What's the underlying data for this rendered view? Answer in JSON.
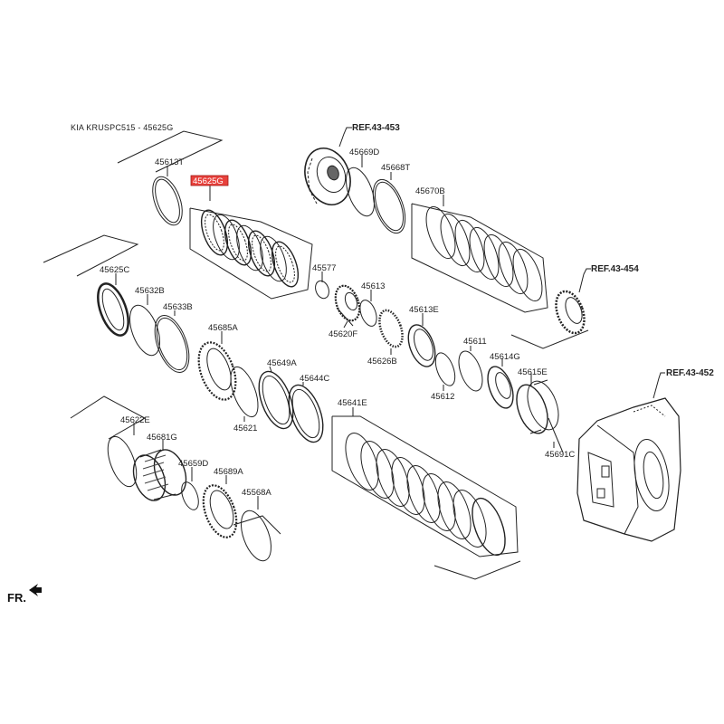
{
  "header": {
    "caption": "KIA KRUSPC515 - 45625G"
  },
  "theme": {
    "highlight_color": "#e8413c",
    "line_color": "#222222"
  },
  "refs": {
    "r453": "REF.43-453",
    "r454": "REF.43-454",
    "r452": "REF.43-452"
  },
  "parts": {
    "p45613T": "45613T",
    "p45625G": "45625G",
    "p45669D": "45669D",
    "p45668T": "45668T",
    "p45670B": "45670B",
    "p45625C": "45625C",
    "p45632B": "45632B",
    "p45633B": "45633B",
    "p45577": "45577",
    "p45613": "45613",
    "p45620F": "45620F",
    "p45613E": "45613E",
    "p45626B": "45626B",
    "p45685A": "45685A",
    "p45649A": "45649A",
    "p45644C": "45644C",
    "p45621": "45621",
    "p45611": "45611",
    "p45614G": "45614G",
    "p45615E": "45615E",
    "p45612": "45612",
    "p45691C": "45691C",
    "p45641E": "45641E",
    "p45622E": "45622E",
    "p45681G": "45681G",
    "p45659D": "45659D",
    "p45689A": "45689A",
    "p45568A": "45568A"
  },
  "footer": {
    "direction": "FR."
  }
}
